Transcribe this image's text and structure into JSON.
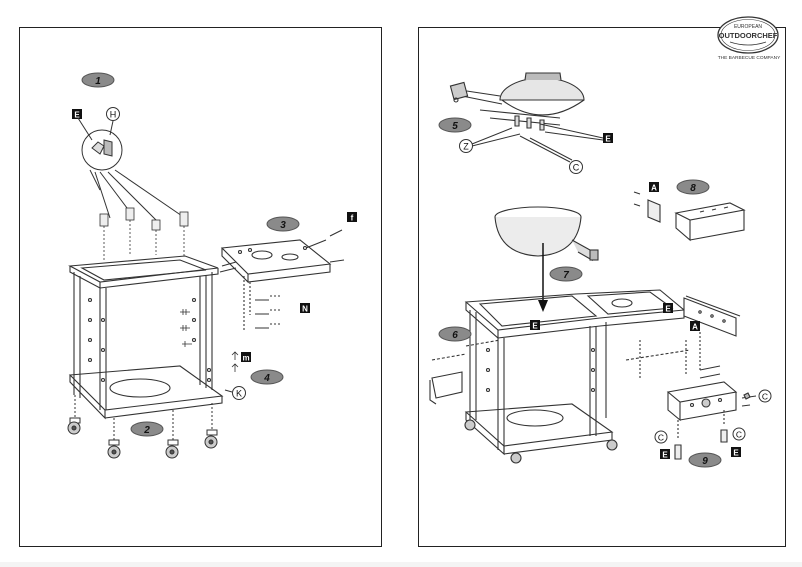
{
  "brand": {
    "top_text": "EUROPEAN",
    "name": "OUTDOORCHEF",
    "tagline": "THE BARBECUE COMPANY"
  },
  "left_panel": {
    "steps": [
      "1",
      "2",
      "3",
      "4"
    ],
    "letters": {
      "E": "E",
      "H": "H",
      "f": "f",
      "N": "N",
      "m": "m",
      "K": "K"
    }
  },
  "right_panel": {
    "steps": [
      "5",
      "6",
      "7",
      "8",
      "9"
    ],
    "letters": {
      "Z": "Z",
      "C": "C",
      "E": "E",
      "A": "A"
    }
  }
}
